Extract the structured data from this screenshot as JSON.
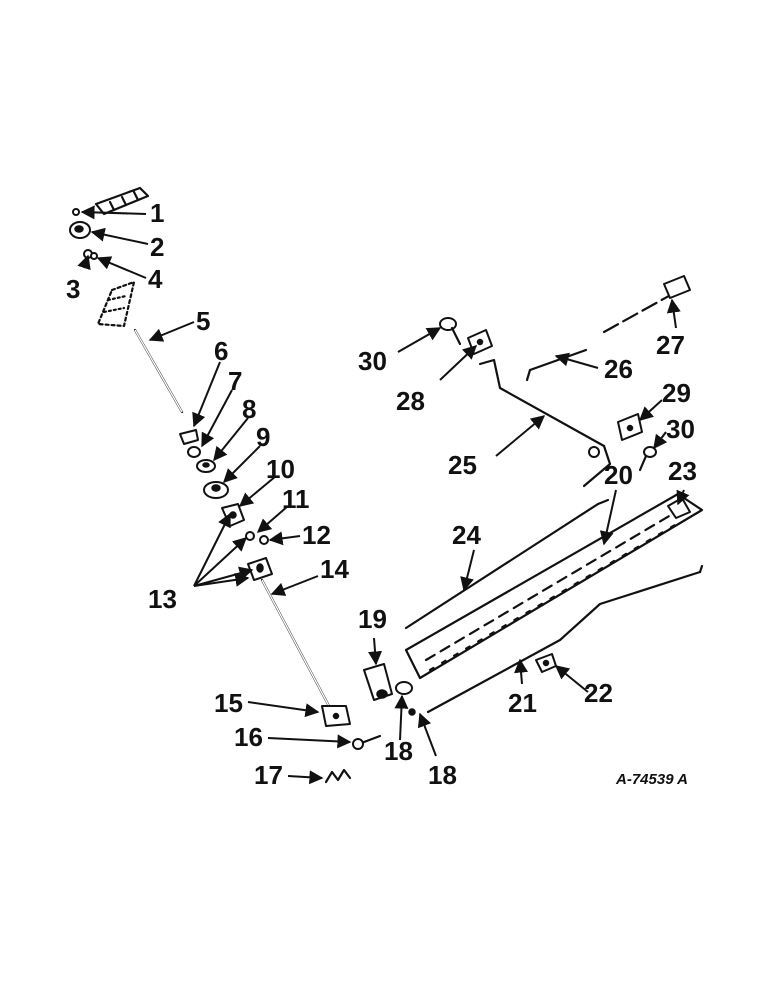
{
  "figure_ref": "A-74539 A",
  "callouts": [
    "1",
    "2",
    "3",
    "4",
    "5",
    "6",
    "7",
    "8",
    "9",
    "10",
    "11",
    "12",
    "13",
    "14",
    "15",
    "16",
    "17",
    "18",
    "18",
    "19",
    "20",
    "21",
    "22",
    "23",
    "24",
    "25",
    "26",
    "27",
    "28",
    "29",
    "30",
    "30"
  ]
}
